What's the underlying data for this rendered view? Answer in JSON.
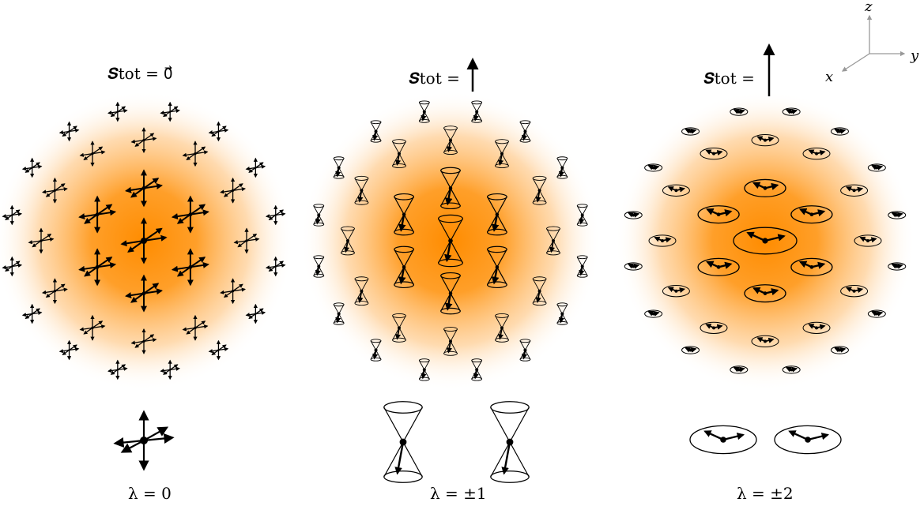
{
  "panels": [
    {
      "id": "lambda0",
      "stot_label": "S_tot = 0⃗",
      "stot_text": "𝑺tot = 0⃗",
      "lambda_label": "λ = 0"
    },
    {
      "id": "lambda1",
      "stot_text": "𝑺tot =",
      "lambda_label": "λ = ±1"
    },
    {
      "id": "lambda2",
      "stot_text": "𝑺tot =",
      "lambda_label": "λ = ±2"
    }
  ],
  "axes": {
    "x": "x",
    "y": "y",
    "z": "z"
  },
  "colors": {
    "glow_center": "#ff8c00",
    "glow_edge": "#ffffff",
    "ink": "#000000",
    "axes": "#999999"
  }
}
